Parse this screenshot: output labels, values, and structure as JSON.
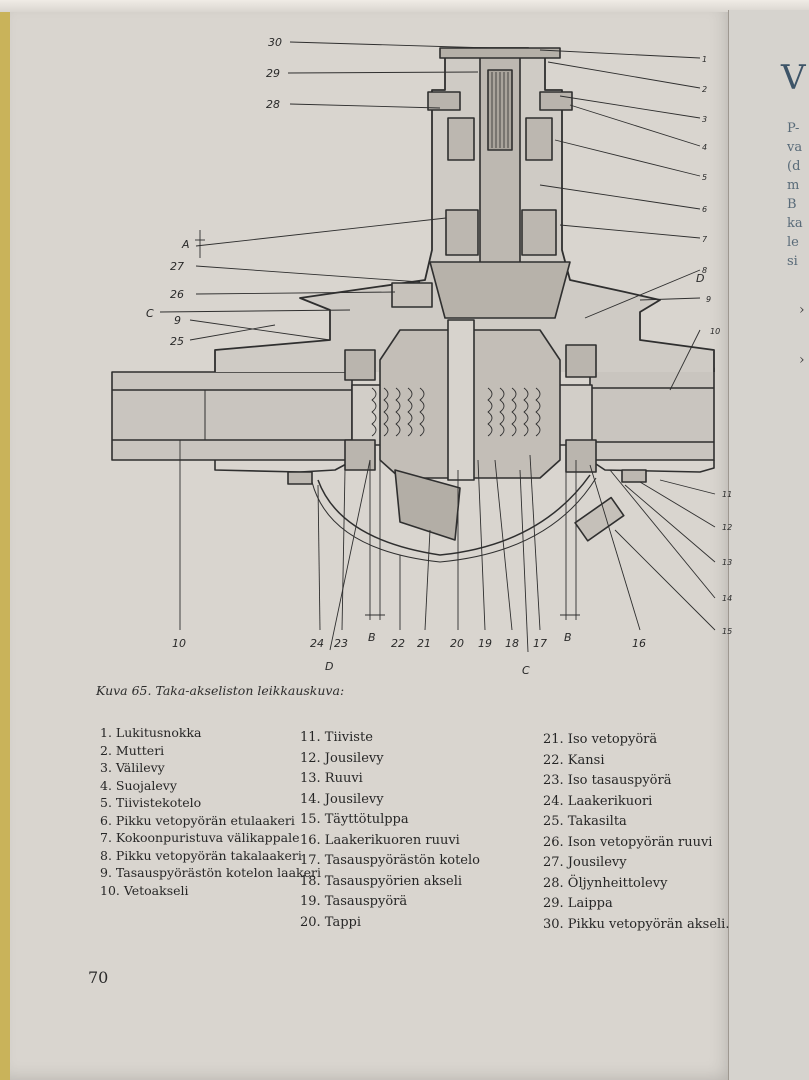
{
  "figure": {
    "caption": "Kuva 65. Taka-akseliston leikkauskuva:",
    "callouts": [
      "1",
      "2",
      "3",
      "4",
      "5",
      "6",
      "7",
      "8",
      "9",
      "10",
      "11",
      "12",
      "13",
      "14",
      "15",
      "16",
      "17",
      "18",
      "19",
      "20",
      "21",
      "22",
      "23",
      "24",
      "25",
      "26",
      "27",
      "28",
      "29",
      "30"
    ],
    "letters": {
      "a": "A",
      "b": "B",
      "c": "C",
      "d": "D"
    }
  },
  "legend": {
    "col1": [
      "1. Lukitusnokka",
      "2. Mutteri",
      "3. Välilevy",
      "4. Suojalevy",
      "5. Tiivistekotelo",
      "6. Pikku vetopyörän etulaakeri",
      "7. Kokoonpuristuva välikappale",
      "8. Pikku vetopyörän takalaakeri",
      "9. Tasauspyörästön kotelon laakeri",
      "10. Vetoakseli"
    ],
    "col2": [
      "11. Tiiviste",
      "12. Jousilevy",
      "13. Ruuvi",
      "14. Jousilevy",
      "15. Täyttötulppa",
      "16. Laakerikuoren ruuvi",
      "17. Tasauspyörästön kotelo",
      "18. Tasauspyörien akseli",
      "19. Tasauspyörä",
      "20. Tappi"
    ],
    "col3": [
      "21. Iso vetopyörä",
      "22. Kansi",
      "23. Iso tasauspyörä",
      "24. Laakerikuori",
      "25. Takasilta",
      "26. Ison vetopyörän ruuvi",
      "27. Jousilevy",
      "28. Öljynheittolevy",
      "29. Laippa",
      "30. Pikku vetopyörän akseli."
    ]
  },
  "page_number": "70",
  "next_page": {
    "heading": "V",
    "fragments": [
      "P-",
      "va",
      "(d",
      "m",
      "B",
      "ka",
      "le",
      "si"
    ]
  }
}
